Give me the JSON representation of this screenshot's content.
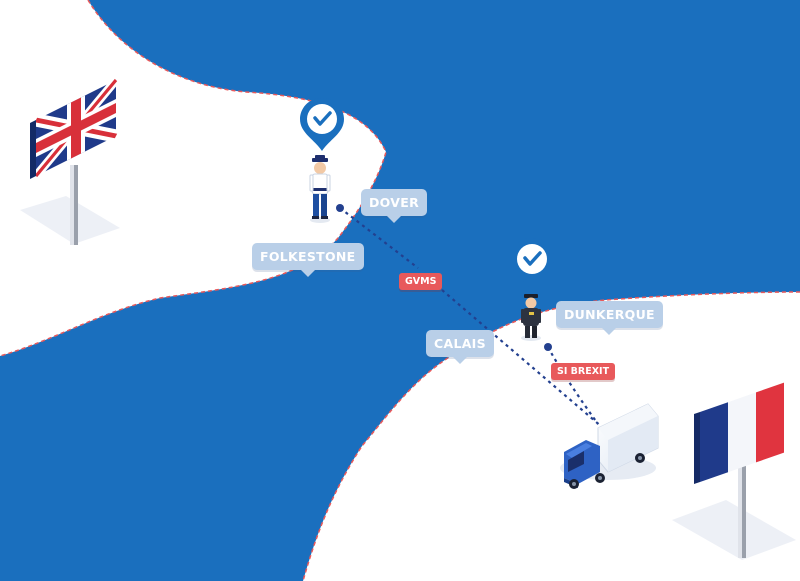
{
  "labels": {
    "dover": "DOVER",
    "folkestone": "FOLKESTONE",
    "calais": "CALAIS",
    "dunkerque": "DUNKERQUE"
  },
  "tags": {
    "gvms": "GVMS",
    "si_brexit": "SI BREXIT"
  },
  "icons": {
    "uk_flag": "united-kingdom-flag-icon",
    "fr_flag": "france-flag-icon",
    "check_pin": "checkmark-pin-icon",
    "officer": "customs-officer-icon",
    "truck": "truck-icon"
  },
  "colors": {
    "sea": "#1a6fbe",
    "land": "#ffffff",
    "coast_dash": "#e8595b",
    "label_bg": "#b9cfe8",
    "tag_bg": "#e8595b",
    "route": "#23408f",
    "pin": "#1a6fbe"
  }
}
